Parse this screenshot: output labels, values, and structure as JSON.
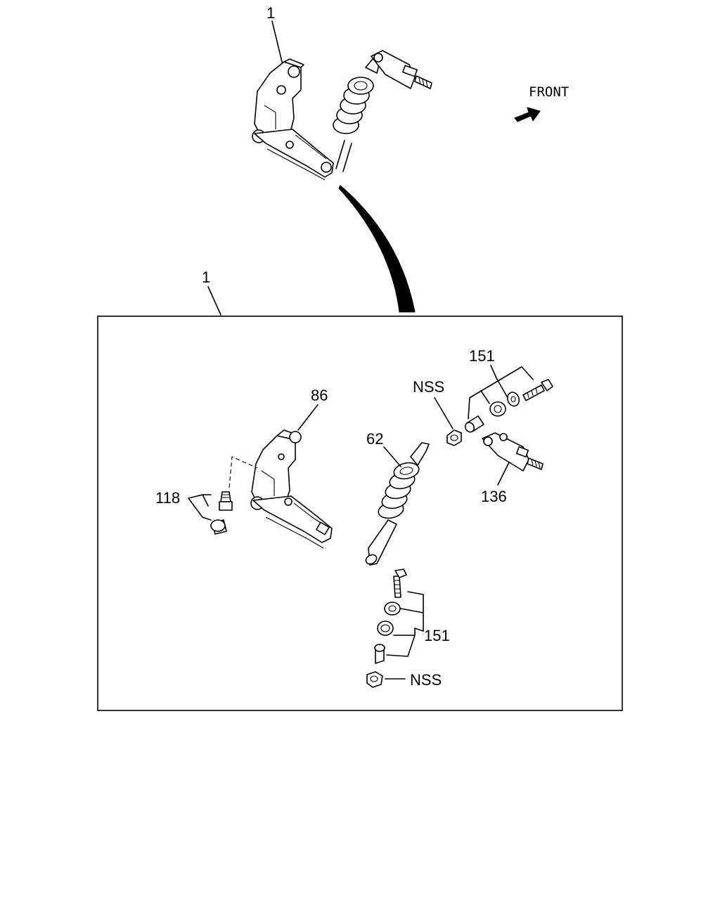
{
  "orientation_label": "FRONT",
  "callouts": {
    "assembly_top": "1",
    "assembly_box": "1",
    "pedal_bracket": "86",
    "spring": "62",
    "stop_bolt": "118",
    "clevis": "136",
    "bushing_kit_upper": "151",
    "bushing_kit_lower": "151",
    "nut_upper": "NSS",
    "nut_lower": "NSS"
  }
}
